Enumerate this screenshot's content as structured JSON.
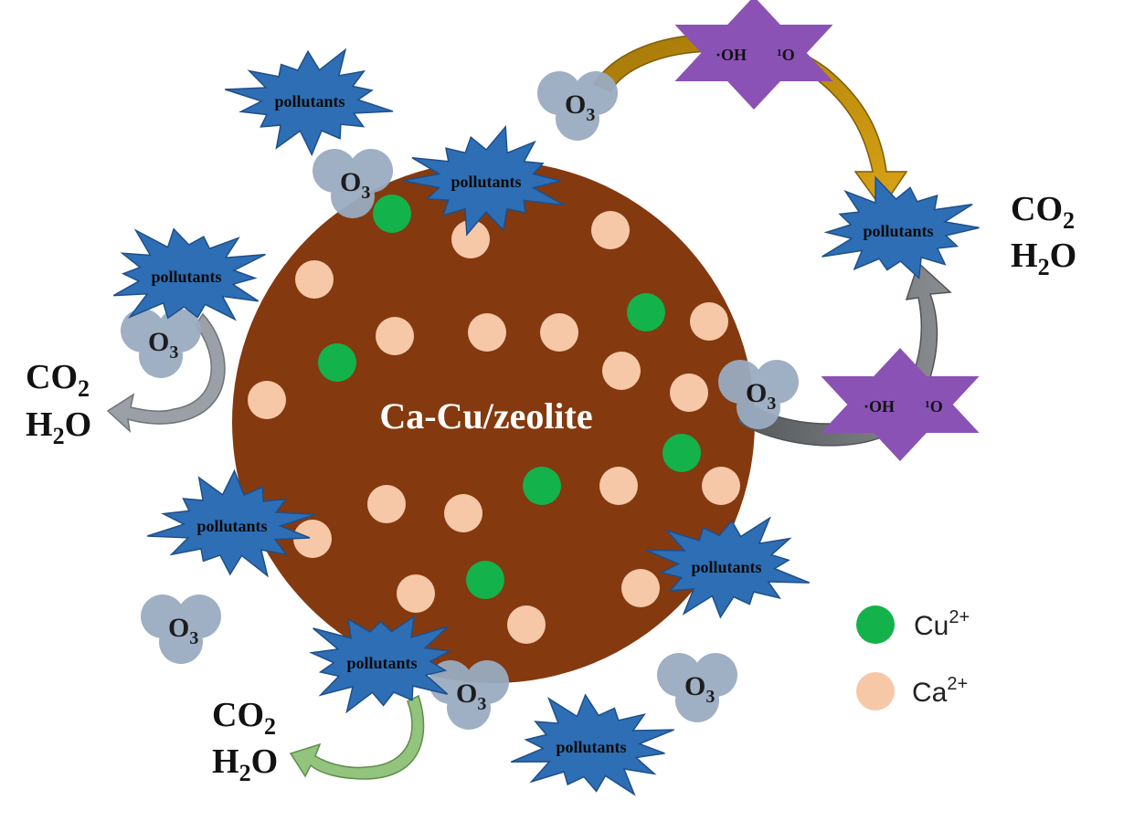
{
  "particle": {
    "label": "Ca-Cu/zeolite",
    "color": "#84390f"
  },
  "ion_colors": {
    "cu": "#13b24a",
    "ca": "#f7c8a8"
  },
  "pollutant": {
    "label": "pollutants",
    "color": "#2e6eb5",
    "edge": "#1e4f8a"
  },
  "ozone": {
    "label": "O",
    "subscript": "3",
    "color": "#9aabc1"
  },
  "radicals": {
    "oh": "·OH",
    "singlet": "¹O",
    "color": "#8b52b5"
  },
  "products": {
    "co2_base": "CO",
    "h2o_base": "H",
    "h2o_tail": "O",
    "subscript": "2"
  },
  "legend": {
    "cu": {
      "base": "Cu",
      "charge": "2+"
    },
    "ca": {
      "base": "Ca",
      "charge": "2+"
    }
  },
  "arrow_colors": {
    "gold": "#b88a0a",
    "gray": "#6a6e71",
    "light_gray": "#9aa0a6",
    "green": "#93c47d"
  }
}
